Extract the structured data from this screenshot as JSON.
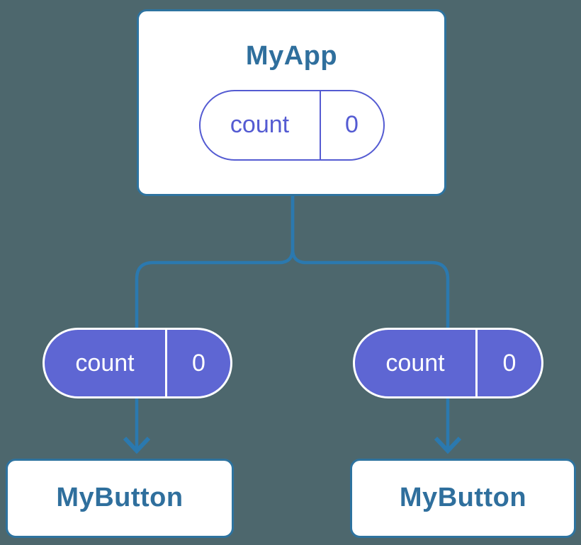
{
  "diagram": {
    "root": {
      "title": "MyApp",
      "state": {
        "name": "count",
        "value": "0"
      }
    },
    "children": [
      {
        "title": "MyButton",
        "state": {
          "name": "count",
          "value": "0"
        }
      },
      {
        "title": "MyButton",
        "state": {
          "name": "count",
          "value": "0"
        }
      }
    ],
    "colors": {
      "background": "#4d676d",
      "connector": "#2b79af",
      "card_border": "#2e739f",
      "card_text": "#2f6f9d",
      "state_outline_accent": "#545bd2",
      "state_filled_bg": "#5e66d3",
      "state_filled_text": "#ffffff"
    }
  }
}
